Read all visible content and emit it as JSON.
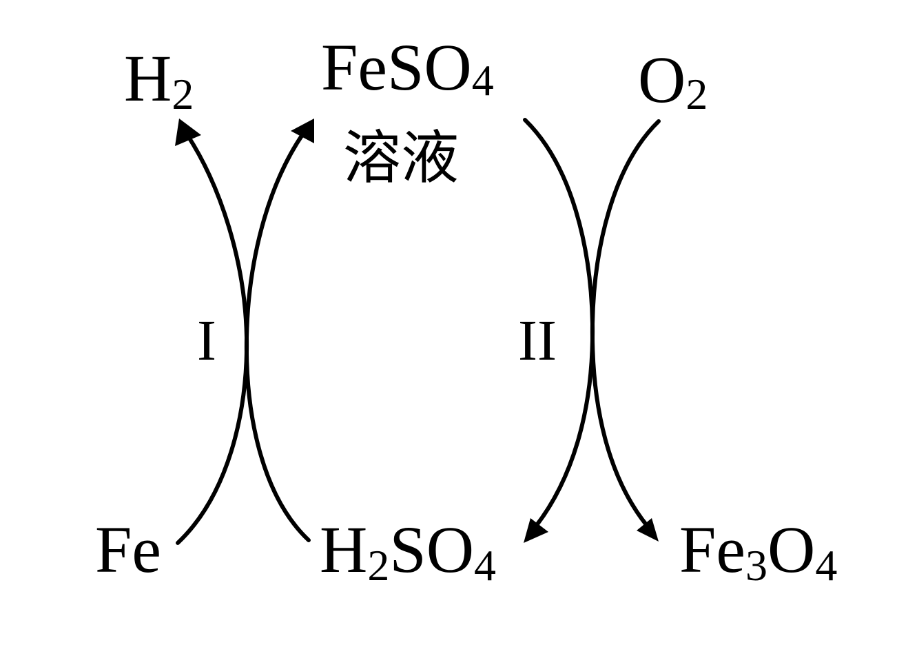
{
  "species": {
    "h2": {
      "main": "H",
      "sub": "2"
    },
    "feso4": {
      "main": "FeSO",
      "sub": "4"
    },
    "solution": "溶液",
    "o2": {
      "main": "O",
      "sub": "2"
    },
    "fe": {
      "main": "Fe"
    },
    "h2so4": {
      "m1": "H",
      "s1": "2",
      "m2": "SO",
      "s2": "4"
    },
    "fe3o4": {
      "m1": "Fe",
      "s1": "3",
      "m2": "O",
      "s2": "4"
    }
  },
  "steps": {
    "step1": "I",
    "step2": "II"
  }
}
